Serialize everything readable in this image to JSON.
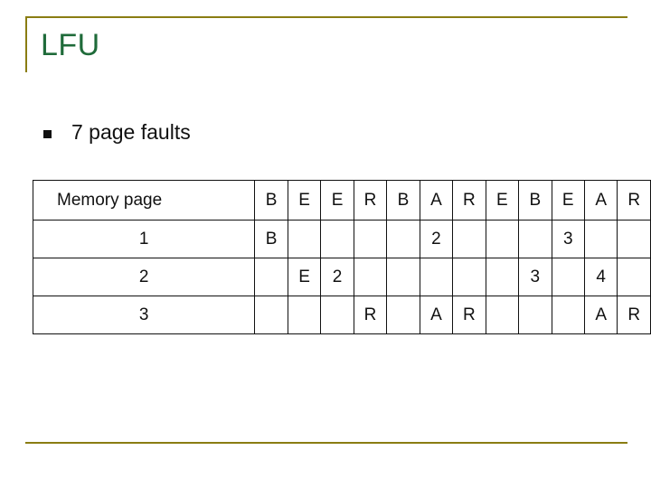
{
  "slide": {
    "title": "LFU",
    "bullet": "7 page faults",
    "accent_color": "#8a7d12",
    "title_color": "#1f6b3a"
  },
  "table": {
    "row_header_label": "Memory page",
    "reference_string": [
      "B",
      "E",
      "E",
      "R",
      "B",
      "A",
      "R",
      "E",
      "B",
      "E",
      "A",
      "R"
    ],
    "rows": [
      {
        "label": "1",
        "cells": [
          "B",
          "",
          "",
          "",
          "",
          "2",
          "",
          "",
          "",
          "3",
          "",
          ""
        ]
      },
      {
        "label": "2",
        "cells": [
          "",
          "E",
          "2",
          "",
          "",
          "",
          "",
          "",
          "3",
          "",
          "4",
          ""
        ]
      },
      {
        "label": "3",
        "cells": [
          "",
          "",
          "",
          "R",
          "",
          "A",
          "R",
          "",
          "",
          "",
          "A",
          "R"
        ]
      }
    ]
  }
}
